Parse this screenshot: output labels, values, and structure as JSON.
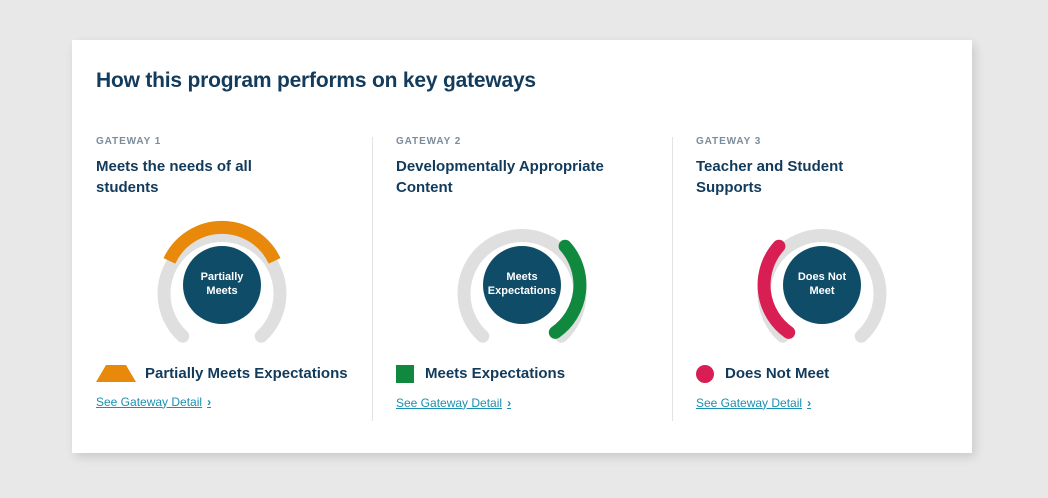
{
  "card": {
    "title": "How this program performs on key gateways"
  },
  "colors": {
    "page_background": "#e8e8e8",
    "card_background": "#ffffff",
    "heading_navy": "#133b5c",
    "eyebrow_gray": "#7b8c9b",
    "gauge_center_navy": "#0f4c68",
    "gauge_track_gray": "#dfdfdf",
    "partially_meets_orange": "#e8890c",
    "meets_green": "#10893e",
    "does_not_meet_crimson": "#d81e52",
    "link_teal": "#1b8fb0",
    "divider_gray": "#e3e3e3"
  },
  "columns": [
    {
      "eyebrow": "GATEWAY 1",
      "name": "Meets the needs of all students",
      "gauge": {
        "center_text": "Partially Meets",
        "arc_color": "#e8890c",
        "arc_start_deg": 295,
        "arc_end_deg": 65,
        "track_color": "#dfdfdf"
      },
      "legend": {
        "icon": "triangle-icon",
        "icon_color": "#e8890c",
        "label": "Partially Meets Expectations"
      },
      "link": {
        "label": "See Gateway Detail",
        "chevron": "›"
      }
    },
    {
      "eyebrow": "GATEWAY 2",
      "name": "Developmentally Appropriate Content",
      "gauge": {
        "center_text": "Meets Expectations",
        "arc_color": "#10893e",
        "arc_start_deg": 48,
        "arc_end_deg": 145,
        "track_color": "#dfdfdf"
      },
      "legend": {
        "icon": "square-icon",
        "icon_color": "#10893e",
        "label": "Meets Expectations"
      },
      "link": {
        "label": "See Gateway Detail",
        "chevron": "›"
      }
    },
    {
      "eyebrow": "GATEWAY 3",
      "name": "Teacher and Student Supports",
      "gauge": {
        "center_text": "Does Not Meet",
        "arc_color": "#d81e52",
        "arc_start_deg": 215,
        "arc_end_deg": 312,
        "track_color": "#dfdfdf"
      },
      "legend": {
        "icon": "circle-icon",
        "icon_color": "#d81e52",
        "label": "Does Not Meet"
      },
      "link": {
        "label": "See Gateway Detail",
        "chevron": "›"
      }
    }
  ],
  "chart_data": {
    "type": "gauge",
    "title": "How this program performs on key gateways",
    "gauges": [
      {
        "category": "GATEWAY 1",
        "label": "Meets the needs of all students",
        "rating": "Partially Meets",
        "rating_full": "Partially Meets Expectations",
        "color": "#e8890c",
        "arc_span_deg": 130,
        "arc_position": "top"
      },
      {
        "category": "GATEWAY 2",
        "label": "Developmentally Appropriate Content",
        "rating": "Meets Expectations",
        "rating_full": "Meets Expectations",
        "color": "#10893e",
        "arc_span_deg": 97,
        "arc_position": "right"
      },
      {
        "category": "GATEWAY 3",
        "label": "Teacher and Student Supports",
        "rating": "Does Not Meet",
        "rating_full": "Does Not Meet",
        "color": "#d81e52",
        "arc_span_deg": 97,
        "arc_position": "left"
      }
    ],
    "track_gap_deg": 70,
    "track_gap_position": "bottom",
    "legend_position": "below-each-gauge"
  }
}
